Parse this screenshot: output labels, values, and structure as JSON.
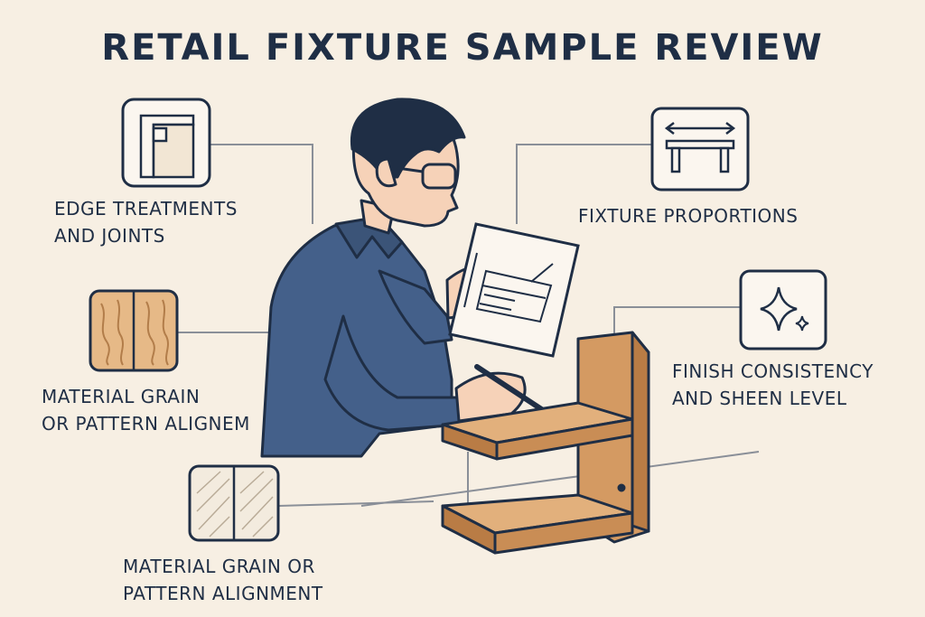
{
  "title": "RETAIL FIXTURE SAMPLE REVIEW",
  "callouts": [
    {
      "icon": "edge-joint-icon",
      "lines": [
        "EDGE TREATMENTS",
        "AND JOINTS"
      ]
    },
    {
      "icon": "wood-grain-icon",
      "lines": [
        "MATERIAL GRAIN",
        "OR PATTERN ALIGNEM"
      ]
    },
    {
      "icon": "pattern-swatch-icon",
      "lines": [
        "MATERIAL GRAIN OR",
        "PATTERN ALIGNMENT"
      ]
    },
    {
      "icon": "table-proportions-icon",
      "lines": [
        "FIXTURE PROPORTIONS"
      ]
    },
    {
      "icon": "sparkle-icon",
      "lines": [
        "FINISH CONSISTENCY",
        "AND SHEEN LEVEL"
      ]
    }
  ],
  "colors": {
    "background": "#f7efe3",
    "ink": "#1f2e45",
    "shirt": "#44608a",
    "wood": "#d49a62",
    "wood_dark": "#b97c45",
    "skin": "#f6d2b8"
  }
}
